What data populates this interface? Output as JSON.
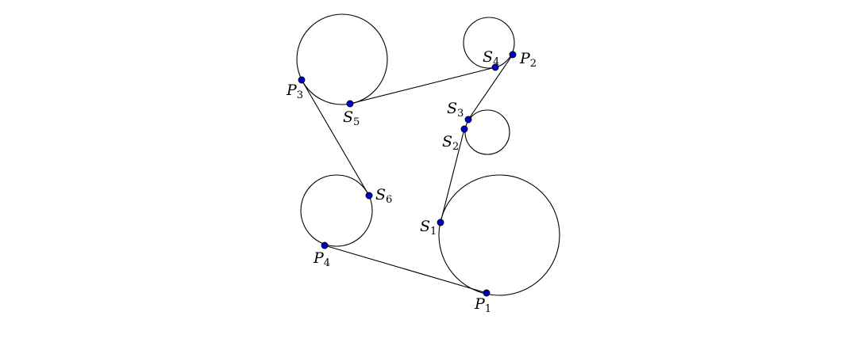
{
  "diagram": {
    "point_color": "#0000cc",
    "labels": {
      "P1": {
        "letter": "P",
        "sub": "1"
      },
      "P2": {
        "letter": "P",
        "sub": "2"
      },
      "P3": {
        "letter": "P",
        "sub": "3"
      },
      "P4": {
        "letter": "P",
        "sub": "4"
      },
      "S1": {
        "letter": "S",
        "sub": "1"
      },
      "S2": {
        "letter": "S",
        "sub": "2"
      },
      "S3": {
        "letter": "S",
        "sub": "3"
      },
      "S4": {
        "letter": "S",
        "sub": "4"
      },
      "S5": {
        "letter": "S",
        "sub": "5"
      },
      "S6": {
        "letter": "S",
        "sub": "6"
      }
    }
  }
}
